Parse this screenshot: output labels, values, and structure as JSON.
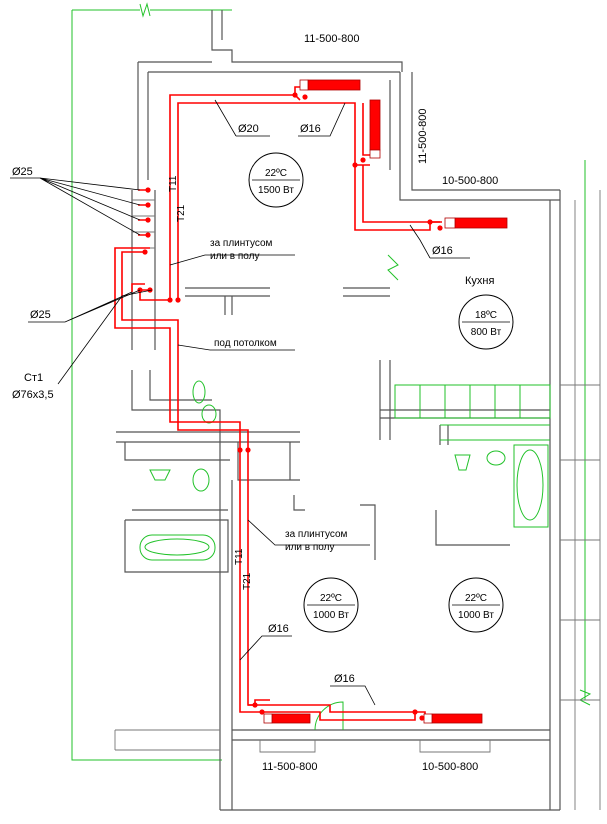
{
  "radiator_labels": {
    "top": "11-500-800",
    "right_vertical": "11-500-800",
    "kitchen": "10-500-800",
    "bottom_left": "11-500-800",
    "bottom_right": "10-500-800"
  },
  "rooms": {
    "living": {
      "temp": "22ºC",
      "power": "1500 Вт"
    },
    "kitchen": {
      "name": "Кухня",
      "temp": "18ºC",
      "power": "800 Вт"
    },
    "bedroom_left": {
      "temp": "22ºC",
      "power": "1000 Вт"
    },
    "bedroom_right": {
      "temp": "22ºC",
      "power": "1000 Вт"
    }
  },
  "pipe_labels": {
    "d25_top": "Ø25",
    "d25_bottom": "Ø25",
    "d20": "Ø20",
    "d16_top": "Ø16",
    "d16_kitchen": "Ø16",
    "d16_left": "Ø16",
    "d16_bottom": "Ø16",
    "t11_top": "T11",
    "t21_top": "T21",
    "t11_bottom": "T11",
    "t21_bottom": "T21"
  },
  "notes": {
    "skirting_top_1": "за плинтусом",
    "skirting_top_2": "или в полу",
    "ceiling": "под потолком",
    "skirting_mid_1": "за плинтусом",
    "skirting_mid_2": "или в полу"
  },
  "riser": {
    "name": "Ст1",
    "size": "Ø76x3,5"
  },
  "colors": {
    "pipe": "#ff0000",
    "fixtures": "#22c22a",
    "walls": "#555555"
  }
}
